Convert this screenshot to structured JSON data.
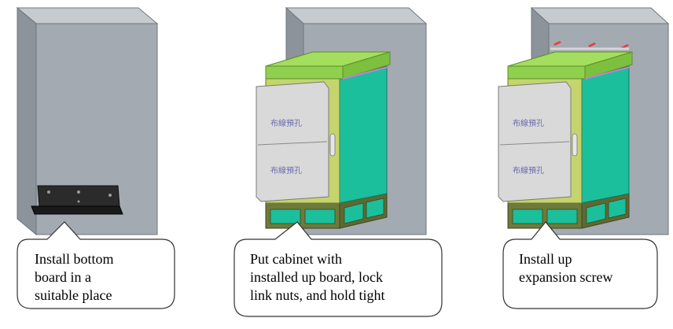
{
  "steps": [
    {
      "caption": "Install bottom\nboard in a\nsuitable place"
    },
    {
      "caption": "Put cabinet with\ninstalled up board, lock\nlink nuts, and hold tight",
      "door_labels": [
        "布線預孔",
        "布線預孔"
      ]
    },
    {
      "caption": "Install up\nexpansion screw",
      "door_labels": [
        "布線預孔",
        "布線預孔"
      ]
    }
  ],
  "colors": {
    "wall_front": "#a4aab1",
    "wall_side": "#7f868e",
    "wall_top": "#c6cbd0",
    "cabinet_roof": "#8fd14f",
    "cabinet_body": "#c5d46c",
    "cabinet_side": "#1bbf9c",
    "door": "#d9d9d9",
    "base": "#6e7a3a",
    "screw": "#e04040"
  }
}
